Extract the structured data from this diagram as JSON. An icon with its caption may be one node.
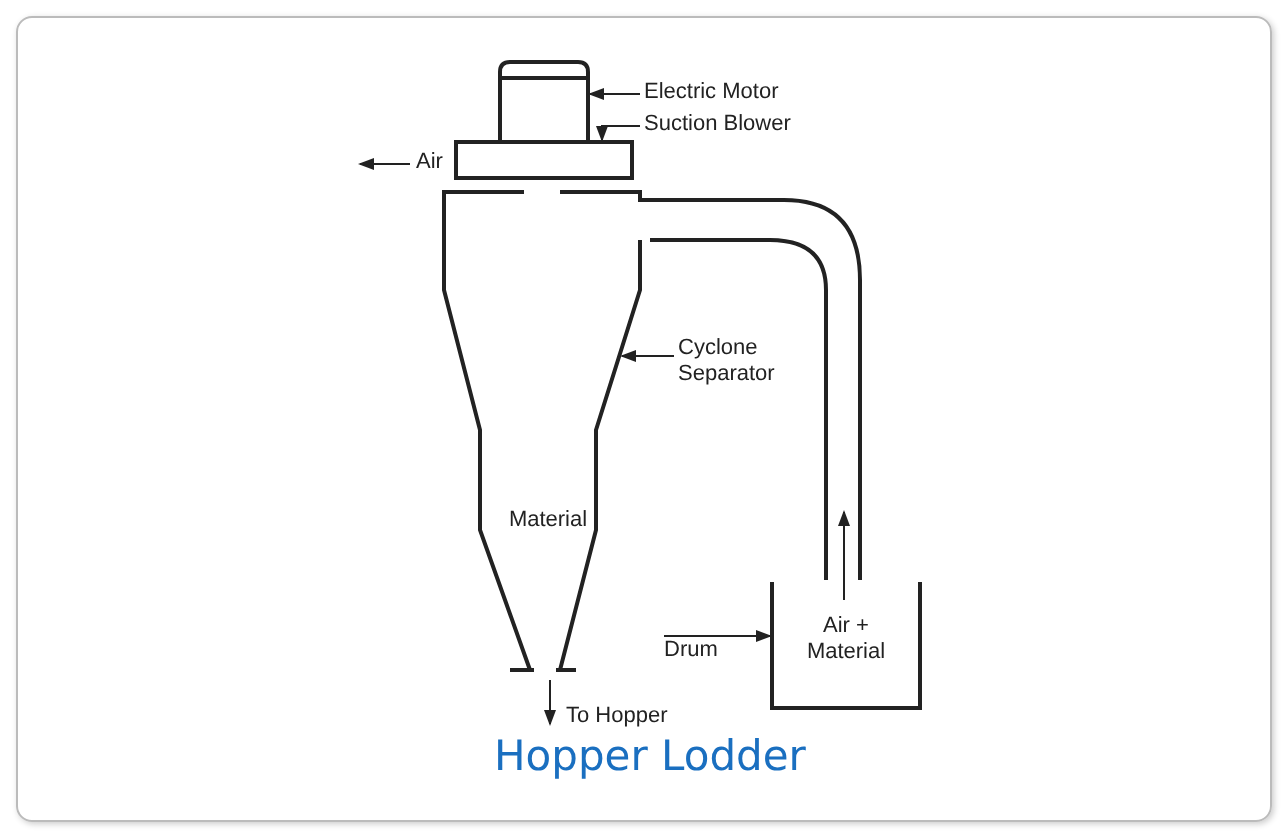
{
  "diagram": {
    "title": "Hopper Lodder",
    "nodes": [
      {
        "text": [
          "Electric Motor"
        ]
      },
      {
        "text": [],
        "shape": "box"
      },
      {
        "text": [
          "Suction Blower"
        ]
      },
      {
        "text": [],
        "shape": "box"
      },
      {
        "text": [
          "Material"
        ]
      },
      {
        "text": [
          "Cyclone Separator"
        ]
      },
      {
        "text": [
          "Drum"
        ]
      },
      {
        "text": [
          "Air + Material"
        ]
      }
    ],
    "edges": [
      {
        "from": 0,
        "to": 1,
        "arrow": "to"
      },
      {
        "from": 2,
        "to": 3,
        "arrow": "to"
      },
      {
        "from": 5,
        "to": 4,
        "arrow": "to"
      },
      {
        "from": 6,
        "to": 7,
        "arrow": "to"
      }
    ],
    "labels": [
      "Air",
      "To Hopper"
    ]
  }
}
